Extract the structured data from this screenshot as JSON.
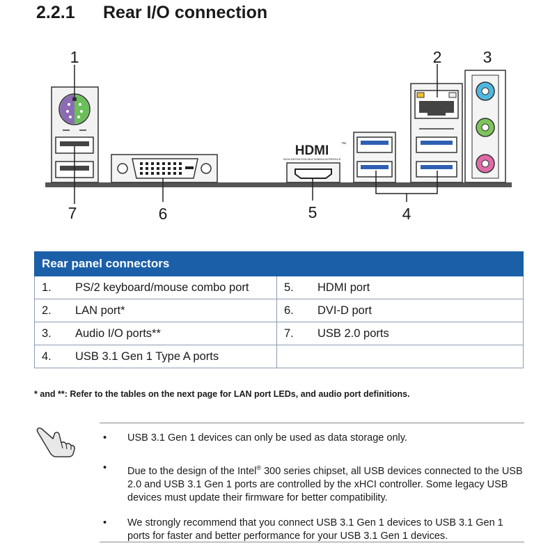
{
  "section": {
    "number": "2.2.1",
    "title": "Rear I/O connection"
  },
  "callouts": {
    "c1": "1",
    "c2": "2",
    "c3": "3",
    "c4": "4",
    "c5": "5",
    "c6": "6",
    "c7": "7"
  },
  "hdmi_logo": {
    "text": "HDMI",
    "tagline": "HIGH-DEFINITION MULTIMEDIA INTERFACE",
    "tm": "™"
  },
  "colors": {
    "header_blue": "#1a5fa8",
    "ps2_purple": "#8b6bb5",
    "ps2_green": "#6bbf59",
    "audio_blue": "#4fb8e0",
    "audio_green": "#7dc55a",
    "audio_pink": "#e06aa8",
    "usb3_blue": "#2f5fb3"
  },
  "table": {
    "header": "Rear panel connectors",
    "rows": [
      [
        {
          "num": "1.",
          "label": "PS/2 keyboard/mouse combo port"
        },
        {
          "num": "5.",
          "label": "HDMI port"
        }
      ],
      [
        {
          "num": "2.",
          "label": "LAN port*"
        },
        {
          "num": "6.",
          "label": "DVI-D port"
        }
      ],
      [
        {
          "num": "3.",
          "label": "Audio I/O ports**"
        },
        {
          "num": "7.",
          "label": "USB 2.0 ports"
        }
      ],
      [
        {
          "num": "4.",
          "label": "USB 3.1 Gen 1 Type A ports"
        },
        {
          "num": "",
          "label": ""
        }
      ]
    ]
  },
  "footnote": "* and **: Refer to the tables on the next page for LAN port LEDs, and audio port definitions.",
  "note_icon": "hand-pointer-icon",
  "notes": {
    "bullet_symbol": "•",
    "n1": "USB 3.1 Gen 1 devices can only be used as data storage only.",
    "n2_before": "Due to the design of the Intel",
    "n2_sup": "®",
    "n2_after": " 300 series chipset, all USB devices connected to the USB 2.0 and USB 3.1 Gen 1 ports are controlled by the xHCI controller. Some legacy USB devices must update their firmware for better compatibility.",
    "n3": "We strongly recommend that you connect USB 3.1 Gen 1 devices to USB 3.1 Gen 1 ports for faster and better performance for your USB 3.1 Gen 1 devices."
  }
}
